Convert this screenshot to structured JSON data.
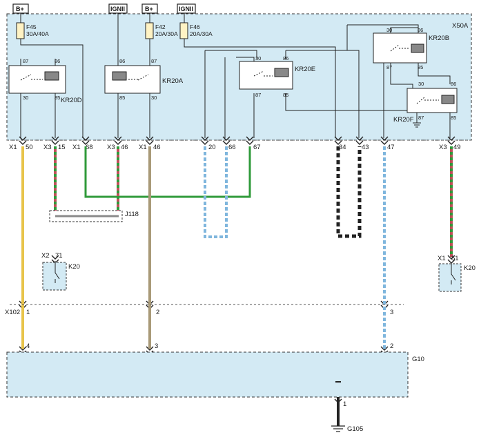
{
  "header_labels": {
    "b_plus_1": "B+",
    "ign_1": "IGNII",
    "b_plus_2": "B+",
    "ign_2": "IGNII"
  },
  "module": {
    "name": "X50A"
  },
  "fuses": [
    {
      "id": "F45",
      "rating": "30A/40A"
    },
    {
      "id": "F42",
      "rating": "20A/30A"
    },
    {
      "id": "F46",
      "rating": "20A/30A"
    }
  ],
  "relays": {
    "kr20d": "KR20D",
    "kr20a": "KR20A",
    "kr20e": "KR20E",
    "kr20b": "KR20B",
    "kr20f": "KR20F"
  },
  "relay_pins": {
    "p30": "30",
    "p85": "85",
    "p86": "86",
    "p87": "87"
  },
  "connectors": {
    "x1": "X1",
    "x3": "X3",
    "x2": "X2",
    "x102": "X102",
    "j118": "J118",
    "k20": "K20",
    "g10": "G10",
    "g105": "G105"
  },
  "pin_numbers": {
    "p50": "50",
    "p15": "15",
    "p68": "68",
    "p46a": "46",
    "p46b": "46",
    "p20": "20",
    "p66": "66",
    "p67": "67",
    "p34": "34",
    "p43": "43",
    "p47": "47",
    "p49": "49",
    "p71": "71",
    "p51": "51",
    "p1": "1",
    "p2": "2",
    "p3": "3",
    "p4": "4"
  },
  "colors": {
    "module_fill": "#d3eaf4",
    "wire_yellow": "#e8c44a",
    "wire_green": "#2f9a3a",
    "wire_blue": "#7fb6dd",
    "wire_tan": "#a99a78",
    "wire_black": "#222222",
    "wire_red": "#c0505a",
    "wire_gray": "#8a8a8a"
  }
}
